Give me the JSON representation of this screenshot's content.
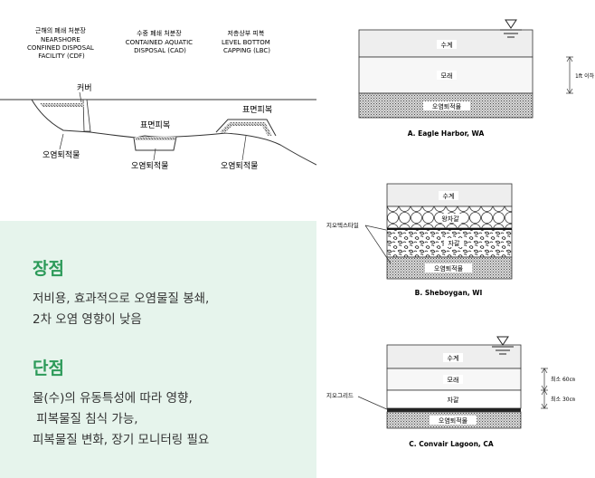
{
  "left_diagram": {
    "labels": {
      "cdf": [
        "근해의 폐쇄 처분장",
        "NEARSHORE",
        "CONFINED DISPOSAL",
        "FACILITY (CDF)"
      ],
      "cad": [
        "수중 폐쇄 처분장",
        "CONTAINED AQUATIC",
        "DISPOSAL (CAD)"
      ],
      "lbc": [
        "저층상부 피복",
        "LEVEL BOTTOM",
        "CAPPING (LBC)"
      ]
    },
    "cover": "커버",
    "surface_cover_cad": "표면피복",
    "surface_cover_lbc": "표면피복",
    "sediment_cdf": "오염퇴적물",
    "sediment_cad": "오염퇴적물",
    "sediment_lbc": "오염퇴적물"
  },
  "cases": {
    "a": {
      "water": "수계",
      "sand": "모래",
      "sediment": "오염퇴적물",
      "depth": "1ft 이하",
      "caption": "A.  Eagle Harbor, WA"
    },
    "b": {
      "water": "수계",
      "rock": "왕자갈",
      "gravel": "자갈",
      "geotextile": "지오텍스타일",
      "sediment": "오염퇴적물",
      "caption": "B.  Sheboygan, WI"
    },
    "c": {
      "water": "수계",
      "sand": "모래",
      "gravel": "자갈",
      "geogrid": "지오그리드",
      "sediment": "오염퇴적물",
      "dim1": "최소 60㎝",
      "dim2": "최소 30㎝",
      "caption": "C.  Convair Lagoon, CA"
    }
  },
  "pros": {
    "title": "장점",
    "lines": [
      "저비용, 효과적으로 오염물질 봉쇄,",
      "2차 오염 영향이 낮음"
    ]
  },
  "cons": {
    "title": "단점",
    "lines": [
      "물(수)의 유동특성에 따라 영향,",
      " 피복물질 침식 가능,",
      "피복물질 변화, 장기 모니터링 필요"
    ]
  },
  "colors": {
    "accent": "#2c9a59",
    "panel": "#e6f4ec"
  }
}
